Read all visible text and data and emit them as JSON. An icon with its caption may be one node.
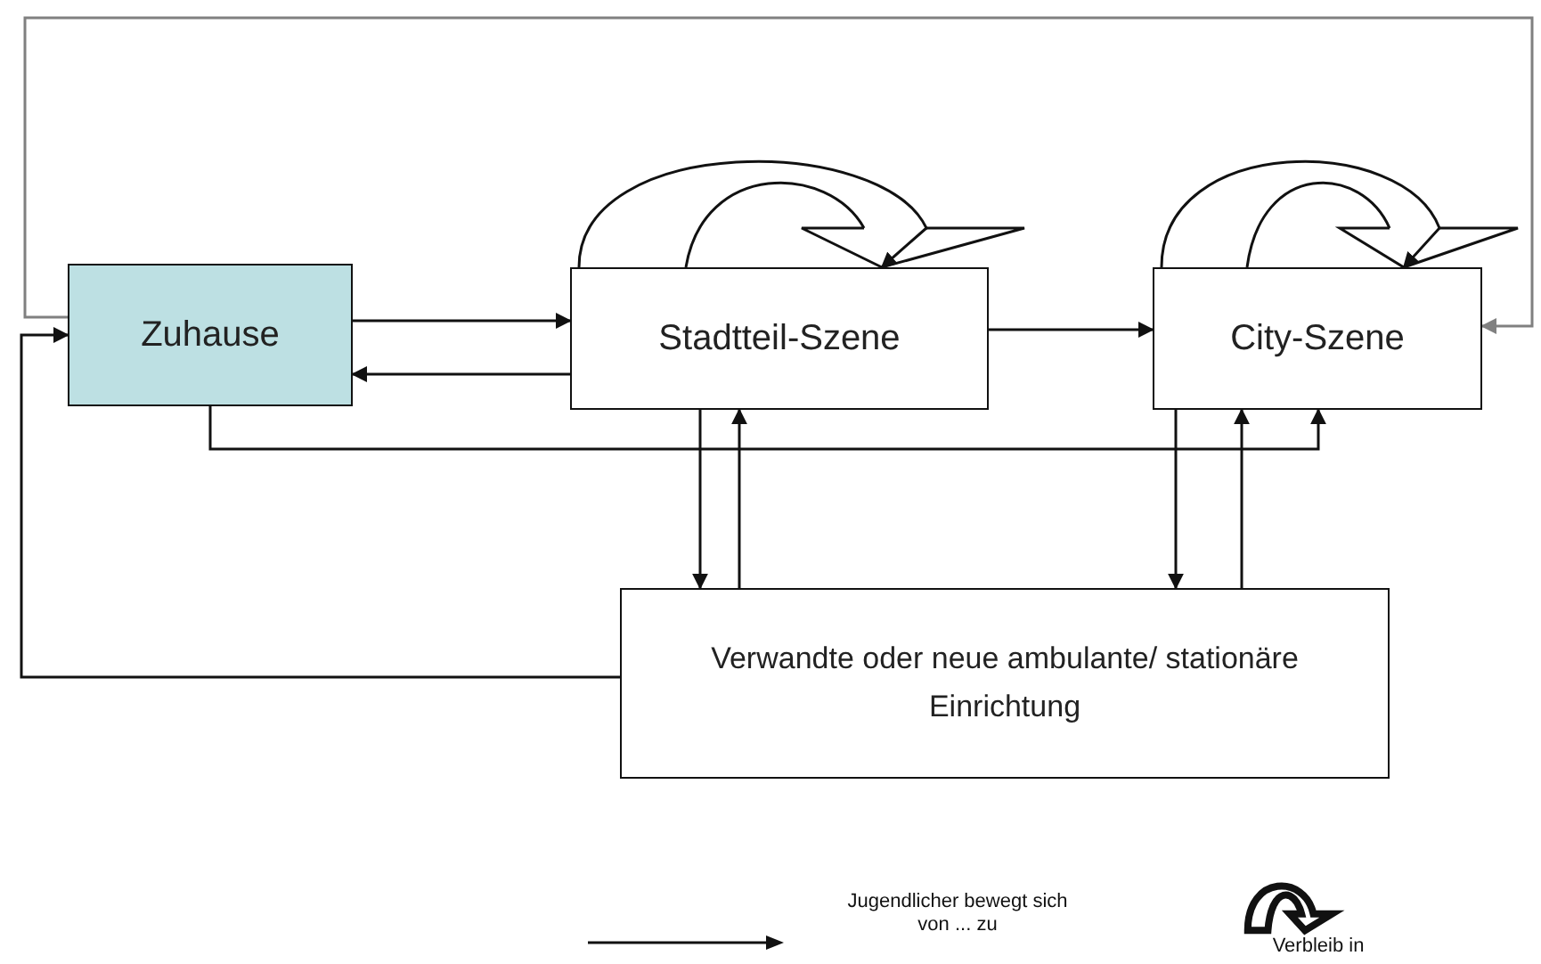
{
  "diagram": {
    "nodes": [
      {
        "text": [
          "Zuhause"
        ]
      },
      {
        "text": [
          "Stadtteil-Szene"
        ]
      },
      {
        "text": [
          "City-Szene"
        ]
      },
      {
        "text": [
          "Verwandte oder neue ambulante/ stationäre Einrichtung"
        ]
      }
    ],
    "edges": [
      {
        "from": 0,
        "to": 1,
        "arrow": "to"
      },
      {
        "from": 1,
        "to": 0,
        "arrow": "to"
      },
      {
        "from": 1,
        "to": 2,
        "arrow": "to"
      },
      {
        "from": 0,
        "to": 2,
        "arrow": "to"
      },
      {
        "from": 1,
        "to": 3,
        "arrow": "to"
      },
      {
        "from": 3,
        "to": 1,
        "arrow": "to"
      },
      {
        "from": 2,
        "to": 3,
        "arrow": "to"
      },
      {
        "from": 3,
        "to": 2,
        "arrow": "to"
      },
      {
        "from": 3,
        "to": 0,
        "arrow": "to"
      },
      {
        "from": 0,
        "to": 2,
        "arrow": "to",
        "color": "#808080"
      },
      {
        "from": 1,
        "to": 1,
        "arrow": "to"
      },
      {
        "from": 2,
        "to": 2,
        "arrow": "to"
      }
    ],
    "legend": [
      {
        "text": "Jugendlicher bewegt sich von ... zu"
      },
      {
        "text": "Verbleib in"
      }
    ]
  }
}
